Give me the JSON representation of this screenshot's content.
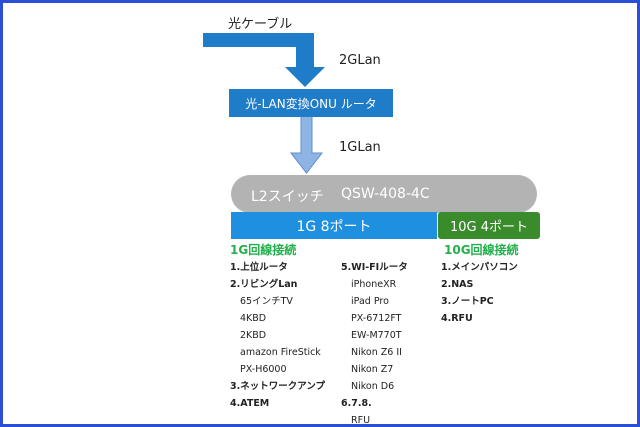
{
  "fiber_label": "光ケーブル",
  "link_top_label": "2GLan",
  "onu_label": "光-LAN変換ONU ルータ",
  "link_mid_label": "1GLan",
  "switch": {
    "name": "L2スイッチ",
    "model": "QSW-408-4C"
  },
  "ports": {
    "one_g": "1G  8ポート",
    "ten_g": "10G 4ポート"
  },
  "one_g_title": "1G回線接続",
  "ten_g_title": "10G回線接続",
  "col1": [
    {
      "text": "1.上位ルータ",
      "kind": "item"
    },
    {
      "text": "2.リビングLan",
      "kind": "item"
    },
    {
      "text": "65インチTV",
      "kind": "sub"
    },
    {
      "text": "4KBD",
      "kind": "sub"
    },
    {
      "text": "2KBD",
      "kind": "sub"
    },
    {
      "text": "amazon FireStick",
      "kind": "sub"
    },
    {
      "text": "PX-H6000",
      "kind": "sub"
    },
    {
      "text": "3.ネットワークアンプ",
      "kind": "item"
    },
    {
      "text": "4.ATEM",
      "kind": "item"
    }
  ],
  "col2": [
    {
      "text": "5.WI-FIルータ",
      "kind": "item"
    },
    {
      "text": "iPhoneXR",
      "kind": "sub"
    },
    {
      "text": "iPad Pro",
      "kind": "sub"
    },
    {
      "text": "PX-6712FT",
      "kind": "sub"
    },
    {
      "text": "EW-M770T",
      "kind": "sub"
    },
    {
      "text": "Nikon Z6 II",
      "kind": "sub"
    },
    {
      "text": "Nikon Z7",
      "kind": "sub"
    },
    {
      "text": "Nikon D6",
      "kind": "sub"
    },
    {
      "text": "6.7.8.",
      "kind": "item"
    },
    {
      "text": "RFU",
      "kind": "sub"
    }
  ],
  "col3": [
    {
      "text": "1.メインパソコン",
      "kind": "item"
    },
    {
      "text": "2.NAS",
      "kind": "item"
    },
    {
      "text": "3.ノートPC",
      "kind": "item"
    },
    {
      "text": "4.RFU",
      "kind": "item"
    }
  ],
  "colors": {
    "frame": "#2a4fd6",
    "fiber_arrow": "#1f7cc9",
    "lan_arrow": "#8eb4e3",
    "onu_box": "#1f7cc9",
    "switch_body": "#b3b3b3",
    "port_1g": "#1f8fe0",
    "port_10g": "#3a8b2c",
    "group_title": "#21b04b"
  }
}
